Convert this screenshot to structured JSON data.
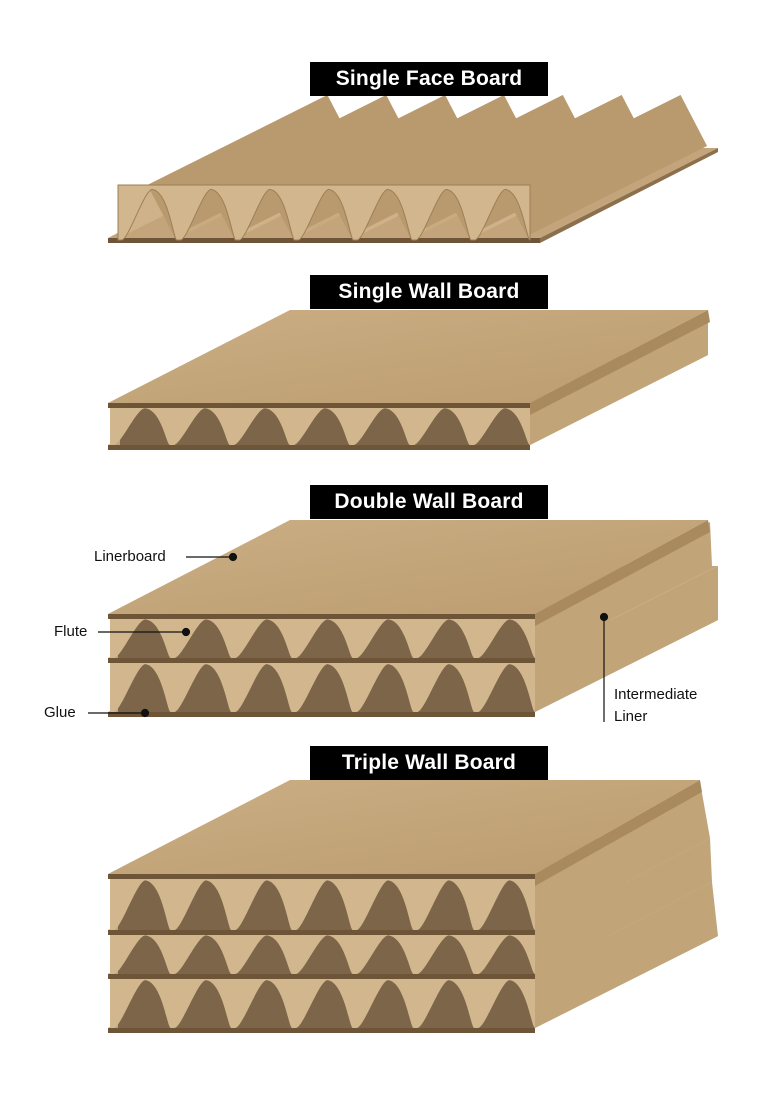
{
  "boards": [
    {
      "title": "Single Face Board"
    },
    {
      "title": "Single Wall Board"
    },
    {
      "title": "Double Wall Board"
    },
    {
      "title": "Triple Wall Board"
    }
  ],
  "callouts": {
    "linerboard": "Linerboard",
    "flute": "Flute",
    "glue": "Glue",
    "intermediate_liner_1": "Intermediate",
    "intermediate_liner_2": "Liner"
  },
  "colors": {
    "kraft_top": "#c4a57b",
    "kraft_light": "#d2b68d",
    "kraft_edge": "#a98a5f",
    "kraft_dark_edge": "#6f5538",
    "flute_shadow": "#7c6548",
    "title_bg": "#000000",
    "title_text": "#ffffff"
  }
}
